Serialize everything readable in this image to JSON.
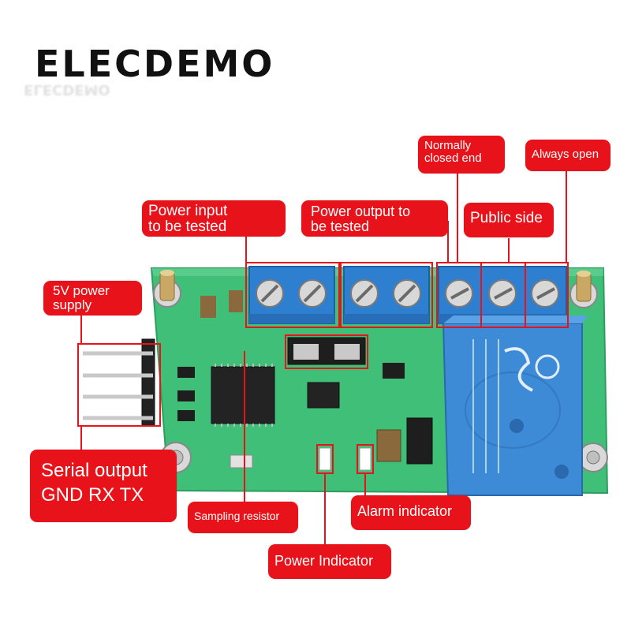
{
  "brand": "ELECDEMO",
  "colors": {
    "label_bg": "#e8131a",
    "label_text": "#ffffff",
    "pcb": "#3fbf78",
    "terminal": "#2f7fd0",
    "relay": "#3d8ad6",
    "leader": "#e8131a"
  },
  "labels": {
    "normally_closed_line1": "Normally",
    "normally_closed_line2": "closed end",
    "always_open": "Always open",
    "public_side": "Public side",
    "power_input_line1": "Power input",
    "power_input_line2": "to be tested",
    "power_output_line1": "Power output to",
    "power_output_line2": "be tested",
    "five_v_line1": "5V power",
    "five_v_line2": "supply",
    "serial_line1": "Serial output",
    "serial_line2": "GND RX TX",
    "sampling_resistor": "Sampling resistor",
    "alarm_indicator": "Alarm indicator",
    "power_indicator": "Power Indicator"
  }
}
